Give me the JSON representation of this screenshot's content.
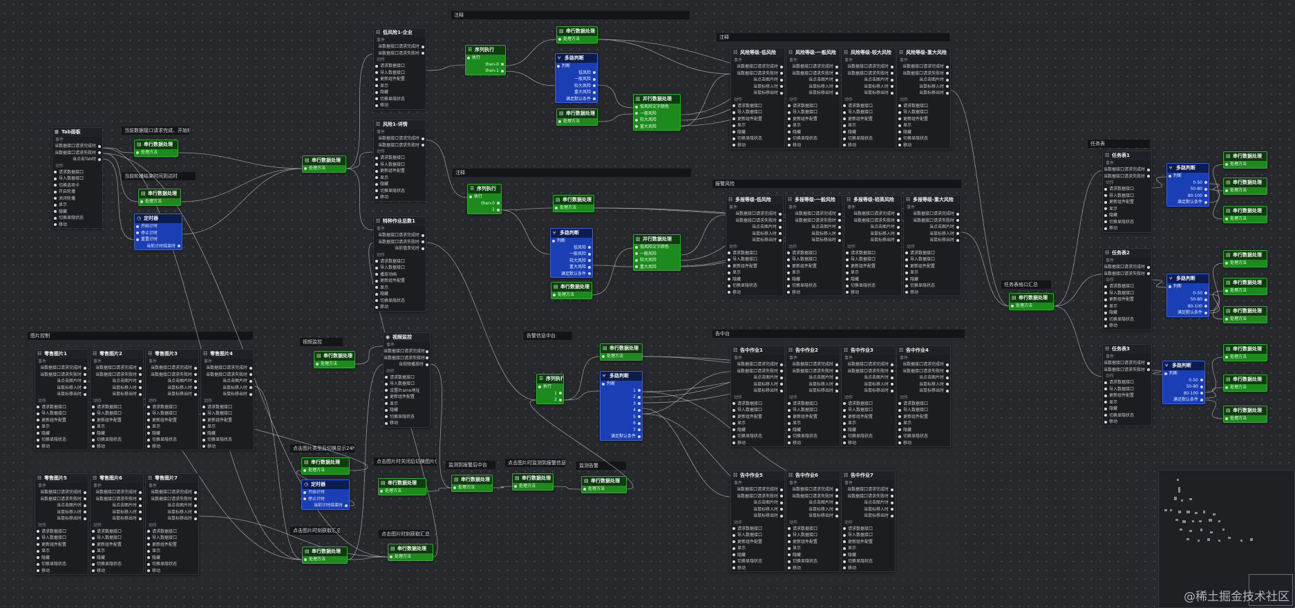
{
  "labels": {
    "event": "事件",
    "action": "动作",
    "status_text": "当数据接口请求完成时",
    "async_text": "当数据接口请求失败时"
  },
  "groups": [
    {
      "id": "g1",
      "title": "注释"
    },
    {
      "id": "g2",
      "title": "注释"
    },
    {
      "id": "g3",
      "title": "注释"
    },
    {
      "id": "g4",
      "title": "当前数据接口请求完成、开始轮播"
    },
    {
      "id": "g5",
      "title": "当前轮播结束时间到达时"
    },
    {
      "id": "g6",
      "title": "图片控制"
    },
    {
      "id": "g7",
      "title": "视频监控"
    },
    {
      "id": "g8",
      "title": "点击图片类型后切换显示24h"
    },
    {
      "id": "g9",
      "title": "点击图片时关闭后切换图片位置"
    },
    {
      "id": "g10",
      "title": "监测到报警后中台"
    },
    {
      "id": "g11",
      "title": "点击图片时监测到报警信息"
    },
    {
      "id": "g12",
      "title": "监测告警"
    },
    {
      "id": "g13",
      "title": "点击图片时刻获取汇总"
    },
    {
      "id": "g14",
      "title": "点击图片时刻获取汇总"
    },
    {
      "id": "g15",
      "title": "告警信息中台"
    },
    {
      "id": "g16",
      "title": "报警风险"
    },
    {
      "id": "g17",
      "title": "告中台"
    },
    {
      "id": "g18",
      "title": "任务表"
    },
    {
      "id": "g19",
      "title": "任务表格口汇总"
    }
  ],
  "nodes": [
    {
      "id": "tab",
      "title": "Tab面板",
      "type": "dark",
      "icon": "tab-icon",
      "events": [
        "当数据接口请求完成时",
        "当数据接口请求失败时",
        "当点击Tab时"
      ],
      "actions": [
        "请求数据接口",
        "导入数据接口",
        "切换选项卡",
        "开启轮播",
        "关闭轮播",
        "显示",
        "隐藏",
        "切换显隐状态",
        "移动"
      ]
    },
    {
      "id": "s1",
      "title": "串行数据处理",
      "type": "green",
      "icon": "serial-icon",
      "rows": [
        "处理方法"
      ]
    },
    {
      "id": "s2",
      "title": "串行数据处理",
      "type": "green",
      "icon": "serial-icon",
      "rows": [
        "处理方法"
      ]
    },
    {
      "id": "timer1",
      "title": "定时器",
      "type": "blue",
      "icon": "clock-icon",
      "rows": [
        "开始计时",
        "停止计时",
        "重置计时"
      ],
      "outs": [
        "当前计时结束时"
      ]
    },
    {
      "id": "s3",
      "title": "串行数据处理",
      "type": "green",
      "icon": "serial-icon",
      "rows": [
        "处理方法"
      ]
    },
    {
      "id": "gate1",
      "title": "低风险1-企业",
      "type": "dark",
      "icon": "list-icon",
      "events": [
        "当数据接口请求完成时",
        "当数据接口请求失败时"
      ],
      "actions": [
        "请求数据接口",
        "导入数据接口",
        "更新组件配置",
        "显示",
        "隐藏",
        "切换显隐状态",
        "移动"
      ]
    },
    {
      "id": "gate2",
      "title": "风险1-详情",
      "type": "dark",
      "icon": "list-icon",
      "events": [
        "当数据接口请求完成时",
        "当数据接口请求失败时"
      ],
      "actions": [
        "请求数据接口",
        "导入数据接口",
        "更新组件配置",
        "显示",
        "隐藏",
        "切换显隐状态",
        "移动"
      ]
    },
    {
      "id": "gate3",
      "title": "特种作业总数1",
      "type": "dark",
      "icon": "list-icon",
      "events": [
        "当数据接口请求完成时",
        "当数据接口请求失败时",
        "当前值变化时"
      ],
      "actions": [
        "请求数据接口",
        "导入数据接口",
        "播放动画",
        "更新组件配置",
        "显示",
        "隐藏",
        "切换显隐状态",
        "移动"
      ]
    },
    {
      "id": "seq1",
      "title": "序列执行",
      "type": "green",
      "icon": "sequence-icon",
      "rows": [
        "执行"
      ],
      "outs": [
        "then-0",
        "then-1"
      ]
    },
    {
      "id": "s4",
      "title": "串行数据处理",
      "type": "green",
      "icon": "serial-icon",
      "rows": [
        "处理方法"
      ]
    },
    {
      "id": "multi1",
      "title": "多路判断",
      "type": "blue",
      "icon": "branch-icon",
      "rows": [
        "判断"
      ],
      "outs": [
        "低风险",
        "一般风险",
        "较大风险",
        "重大风险",
        "满足默认条件"
      ]
    },
    {
      "id": "s5",
      "title": "串行数据处理",
      "type": "green",
      "icon": "serial-icon",
      "rows": [
        "处理方法"
      ]
    },
    {
      "id": "par1",
      "title": "并行数据处理",
      "type": "green",
      "icon": "parallel-icon",
      "rows": [
        "低风险文字颜色",
        "一般风险",
        "较大风险",
        "重大风险"
      ]
    },
    {
      "id": "risk1",
      "title": "风险等级-低风险",
      "type": "dark",
      "icon": "list-icon"
    },
    {
      "id": "risk2",
      "title": "风险等级-一般风险",
      "type": "dark",
      "icon": "list-icon"
    },
    {
      "id": "risk3",
      "title": "风险等级-较大风险",
      "type": "dark",
      "icon": "list-icon"
    },
    {
      "id": "risk4",
      "title": "风险等级-重大风险",
      "type": "dark",
      "icon": "list-icon"
    },
    {
      "id": "seq2",
      "title": "序列执行",
      "type": "green",
      "icon": "sequence-icon",
      "rows": [
        "执行"
      ],
      "outs": [
        "then-0",
        "1"
      ]
    },
    {
      "id": "s6",
      "title": "串行数据处理",
      "type": "green",
      "icon": "serial-icon",
      "rows": [
        "处理方法"
      ]
    },
    {
      "id": "multi2",
      "title": "多路判断",
      "type": "blue",
      "icon": "branch-icon",
      "rows": [
        "判断"
      ],
      "outs": [
        "低风险",
        "一般风险",
        "较大风险",
        "重大风险",
        "满足默认条件"
      ]
    },
    {
      "id": "par2",
      "title": "并行数据处理",
      "type": "green",
      "icon": "parallel-icon",
      "rows": [
        "低风险文字颜色",
        "一般风险",
        "较大风险",
        "重大风险"
      ]
    },
    {
      "id": "s7",
      "title": "串行数据处理",
      "type": "green",
      "icon": "serial-icon",
      "rows": [
        "处理方法"
      ]
    },
    {
      "id": "risk5",
      "title": "多报等级-低风险",
      "type": "dark",
      "icon": "list-icon"
    },
    {
      "id": "risk6",
      "title": "多报等级-一般风险",
      "type": "dark",
      "icon": "list-icon"
    },
    {
      "id": "risk7",
      "title": "多报等级-较高风险",
      "type": "dark",
      "icon": "list-icon"
    },
    {
      "id": "risk8",
      "title": "多报等级-重大风险",
      "type": "dark",
      "icon": "list-icon"
    },
    {
      "id": "pic1",
      "title": "零售图片1",
      "type": "dark",
      "icon": "list-icon"
    },
    {
      "id": "pic2",
      "title": "零售图片2",
      "type": "dark",
      "icon": "list-icon"
    },
    {
      "id": "pic3",
      "title": "零售图片3",
      "type": "dark",
      "icon": "list-icon"
    },
    {
      "id": "pic4",
      "title": "零售图片4",
      "type": "dark",
      "icon": "list-icon"
    },
    {
      "id": "pic5",
      "title": "零售图片5",
      "type": "dark",
      "icon": "list-icon"
    },
    {
      "id": "pic6",
      "title": "零售图片6",
      "type": "dark",
      "icon": "list-icon"
    },
    {
      "id": "pic7",
      "title": "零售图片7",
      "type": "dark",
      "icon": "list-icon"
    },
    {
      "id": "s8",
      "title": "串行数据处理",
      "type": "green",
      "icon": "serial-icon",
      "rows": [
        "处理方法"
      ]
    },
    {
      "id": "video",
      "title": "视频监控",
      "type": "dark",
      "icon": "video-icon",
      "events": [
        "当数据接口请求完成时",
        "当数据接口请求失败时",
        "当视频播放时"
      ],
      "actions": [
        "请求数据接口",
        "导入数据接口",
        "设置iframe地址",
        "更新组件配置",
        "显示",
        "隐藏",
        "切换显隐状态",
        "移动"
      ]
    },
    {
      "id": "s9",
      "title": "串行数据处理",
      "type": "green",
      "icon": "serial-icon",
      "rows": [
        "处理方法"
      ]
    },
    {
      "id": "timer2",
      "title": "定时器",
      "type": "blue",
      "icon": "clock-icon",
      "rows": [
        "开始计时",
        "停止计时"
      ],
      "outs": [
        "当前计时结束时"
      ]
    },
    {
      "id": "s10",
      "title": "串行数据处理",
      "type": "green",
      "icon": "serial-icon",
      "rows": [
        "处理方法"
      ]
    },
    {
      "id": "s11",
      "title": "串行数据处理",
      "type": "green",
      "icon": "serial-icon",
      "rows": [
        "处理方法"
      ]
    },
    {
      "id": "s12",
      "title": "串行数据处理",
      "type": "green",
      "icon": "serial-icon",
      "rows": [
        "处理方法"
      ]
    },
    {
      "id": "s13",
      "title": "串行数据处理",
      "type": "green",
      "icon": "serial-icon",
      "rows": [
        "处理方法"
      ]
    },
    {
      "id": "s14",
      "title": "串行数据处理",
      "type": "green",
      "icon": "serial-icon",
      "rows": [
        "处理方法"
      ]
    },
    {
      "id": "s15",
      "title": "串行数据处理",
      "type": "green",
      "icon": "serial-icon",
      "rows": [
        "处理方法"
      ]
    },
    {
      "id": "seq3",
      "title": "序列执行",
      "type": "green",
      "icon": "sequence-icon",
      "rows": [
        "执行"
      ],
      "outs": [
        "1",
        "2"
      ]
    },
    {
      "id": "s16",
      "title": "串行数据处理",
      "type": "green",
      "icon": "serial-icon",
      "rows": [
        "处理方法"
      ]
    },
    {
      "id": "multi3",
      "title": "多路判断",
      "type": "blue",
      "icon": "branch-icon",
      "rows": [
        "判断"
      ],
      "outs": [
        "1",
        "2",
        "3",
        "4",
        "5",
        "6",
        "7",
        "满足默认条件"
      ]
    },
    {
      "id": "work1",
      "title": "告中作业1",
      "type": "dark",
      "icon": "list-icon"
    },
    {
      "id": "work2",
      "title": "告中作业2",
      "type": "dark",
      "icon": "list-icon"
    },
    {
      "id": "work3",
      "title": "告中作业3",
      "type": "dark",
      "icon": "list-icon"
    },
    {
      "id": "work4",
      "title": "告中作业4",
      "type": "dark",
      "icon": "list-icon"
    },
    {
      "id": "work5",
      "title": "告中作业5",
      "type": "dark",
      "icon": "list-icon"
    },
    {
      "id": "work6",
      "title": "告中作业6",
      "type": "dark",
      "icon": "list-icon"
    },
    {
      "id": "work7",
      "title": "告中作业7",
      "type": "dark",
      "icon": "list-icon"
    },
    {
      "id": "s17",
      "title": "串行数据处理",
      "type": "green",
      "icon": "serial-icon",
      "rows": [
        "处理方法"
      ]
    },
    {
      "id": "task1",
      "title": "任务表1",
      "type": "dark",
      "icon": "list-icon",
      "events": [
        "当数据接口请求完成时",
        "当数据接口请求失败时"
      ],
      "actions": [
        "请求数据接口",
        "导入数据接口",
        "更新组件配置",
        "显示",
        "隐藏",
        "切换显隐状态",
        "移动"
      ]
    },
    {
      "id": "multi4",
      "title": "多路判断",
      "type": "blue",
      "icon": "branch-icon",
      "rows": [
        "判断"
      ],
      "outs": [
        "0-50",
        "50-80",
        "80-100",
        "满足默认条件"
      ]
    },
    {
      "id": "s18",
      "title": "串行数据处理",
      "type": "green",
      "icon": "serial-icon",
      "rows": [
        "处理方法"
      ]
    },
    {
      "id": "s19",
      "title": "串行数据处理",
      "type": "green",
      "icon": "serial-icon",
      "rows": [
        "处理方法"
      ]
    },
    {
      "id": "s20",
      "title": "串行数据处理",
      "type": "green",
      "icon": "serial-icon",
      "rows": [
        "处理方法"
      ]
    },
    {
      "id": "task2",
      "title": "任务表2",
      "type": "dark",
      "icon": "list-icon",
      "events": [
        "当数据接口请求完成时",
        "当数据接口请求失败时"
      ],
      "actions": [
        "请求数据接口",
        "导入数据接口",
        "更新组件配置",
        "显示",
        "隐藏",
        "切换显隐状态",
        "移动"
      ]
    },
    {
      "id": "multi5",
      "title": "多路判断",
      "type": "blue",
      "icon": "branch-icon",
      "rows": [
        "判断"
      ],
      "outs": [
        "0-50",
        "50-80",
        "80-100",
        "满足默认条件"
      ]
    },
    {
      "id": "s21",
      "title": "串行数据处理",
      "type": "green",
      "icon": "serial-icon",
      "rows": [
        "处理方法"
      ]
    },
    {
      "id": "s22",
      "title": "串行数据处理",
      "type": "green",
      "icon": "serial-icon",
      "rows": [
        "处理方法"
      ]
    },
    {
      "id": "s23",
      "title": "串行数据处理",
      "type": "green",
      "icon": "serial-icon",
      "rows": [
        "处理方法"
      ]
    },
    {
      "id": "task3",
      "title": "任务表3",
      "type": "dark",
      "icon": "list-icon",
      "events": [
        "当数据接口请求完成时",
        "当数据接口请求失败时"
      ],
      "actions": [
        "请求数据接口",
        "导入数据接口",
        "更新组件配置",
        "显示",
        "隐藏",
        "切换显隐状态",
        "移动"
      ]
    },
    {
      "id": "multi6",
      "title": "多路判断",
      "type": "blue",
      "icon": "branch-icon",
      "rows": [
        "判断"
      ],
      "outs": [
        "0-50",
        "50-80",
        "80-100",
        "满足默认条件"
      ]
    },
    {
      "id": "s24",
      "title": "串行数据处理",
      "type": "green",
      "icon": "serial-icon",
      "rows": [
        "处理方法"
      ]
    },
    {
      "id": "s25",
      "title": "串行数据处理",
      "type": "green",
      "icon": "serial-icon",
      "rows": [
        "处理方法"
      ]
    },
    {
      "id": "s26",
      "title": "串行数据处理",
      "type": "green",
      "icon": "serial-icon",
      "rows": [
        "处理方法"
      ]
    }
  ],
  "generic_node": {
    "events": [
      "当数据接口请求完成时",
      "当数据接口请求失败时",
      "当点击图片时",
      "当鼠标移入时",
      "当鼠标移出时"
    ],
    "actions": [
      "请求数据接口",
      "导入数据接口",
      "更新组件配置",
      "显示",
      "隐藏",
      "切换显隐状态",
      "移动"
    ]
  },
  "edges": [
    [
      "tab",
      "s1"
    ],
    [
      "tab",
      "s2"
    ],
    [
      "tab",
      "timer1"
    ],
    [
      "s1",
      "s3"
    ],
    [
      "s2",
      "s3"
    ],
    [
      "timer1",
      "s3"
    ],
    [
      "s3",
      "gate1"
    ],
    [
      "s3",
      "gate2"
    ],
    [
      "s3",
      "gate3"
    ],
    [
      "gate1",
      "seq1"
    ],
    [
      "seq1",
      "s4"
    ],
    [
      "seq1",
      "multi1"
    ],
    [
      "multi1",
      "par1"
    ],
    [
      "s5",
      "par1"
    ],
    [
      "par1",
      "risk1"
    ],
    [
      "par1",
      "risk2"
    ],
    [
      "par1",
      "risk3"
    ],
    [
      "par1",
      "risk4"
    ],
    [
      "s4",
      "risk1"
    ],
    [
      "s4",
      "risk3"
    ],
    [
      "gate2",
      "seq2"
    ],
    [
      "seq2",
      "s6"
    ],
    [
      "seq2",
      "multi2"
    ],
    [
      "multi2",
      "par2"
    ],
    [
      "s7",
      "par2"
    ],
    [
      "par2",
      "risk5"
    ],
    [
      "par2",
      "risk6"
    ],
    [
      "par2",
      "risk7"
    ],
    [
      "par2",
      "risk8"
    ],
    [
      "s6",
      "risk6"
    ],
    [
      "s6",
      "risk8"
    ],
    [
      "gate3",
      "seq3"
    ],
    [
      "seq3",
      "s16"
    ],
    [
      "seq3",
      "multi3"
    ],
    [
      "multi3",
      "work1"
    ],
    [
      "multi3",
      "work2"
    ],
    [
      "multi3",
      "work3"
    ],
    [
      "multi3",
      "work4"
    ],
    [
      "multi3",
      "work5"
    ],
    [
      "multi3",
      "work6"
    ],
    [
      "multi3",
      "work7"
    ],
    [
      "s16",
      "work2"
    ],
    [
      "s16",
      "work4"
    ],
    [
      "risk8",
      "s17"
    ],
    [
      "risk4",
      "s17"
    ],
    [
      "s17",
      "task1"
    ],
    [
      "s17",
      "task2"
    ],
    [
      "s17",
      "task3"
    ],
    [
      "task1",
      "multi4"
    ],
    [
      "multi4",
      "s18"
    ],
    [
      "multi4",
      "s19"
    ],
    [
      "multi4",
      "s20"
    ],
    [
      "task2",
      "multi5"
    ],
    [
      "multi5",
      "s21"
    ],
    [
      "multi5",
      "s22"
    ],
    [
      "multi5",
      "s23"
    ],
    [
      "task3",
      "multi6"
    ],
    [
      "multi6",
      "s24"
    ],
    [
      "multi6",
      "s25"
    ],
    [
      "multi6",
      "s26"
    ],
    [
      "tab",
      "s14"
    ],
    [
      "tab",
      "s15"
    ],
    [
      "pic1",
      "s14"
    ],
    [
      "pic4",
      "s14"
    ],
    [
      "pic7",
      "s15"
    ],
    [
      "s9",
      "pic2"
    ],
    [
      "s14",
      "s15"
    ],
    [
      "video",
      "s11"
    ],
    [
      "s10",
      "s11"
    ],
    [
      "s11",
      "s12"
    ],
    [
      "s12",
      "s13"
    ],
    [
      "s13",
      "seq3"
    ],
    [
      "s8",
      "video"
    ],
    [
      "timer2",
      "s9"
    ],
    [
      "s15",
      "gate3"
    ],
    [
      "s14",
      "video"
    ]
  ],
  "watermark": "@稀土掘金技术社区"
}
